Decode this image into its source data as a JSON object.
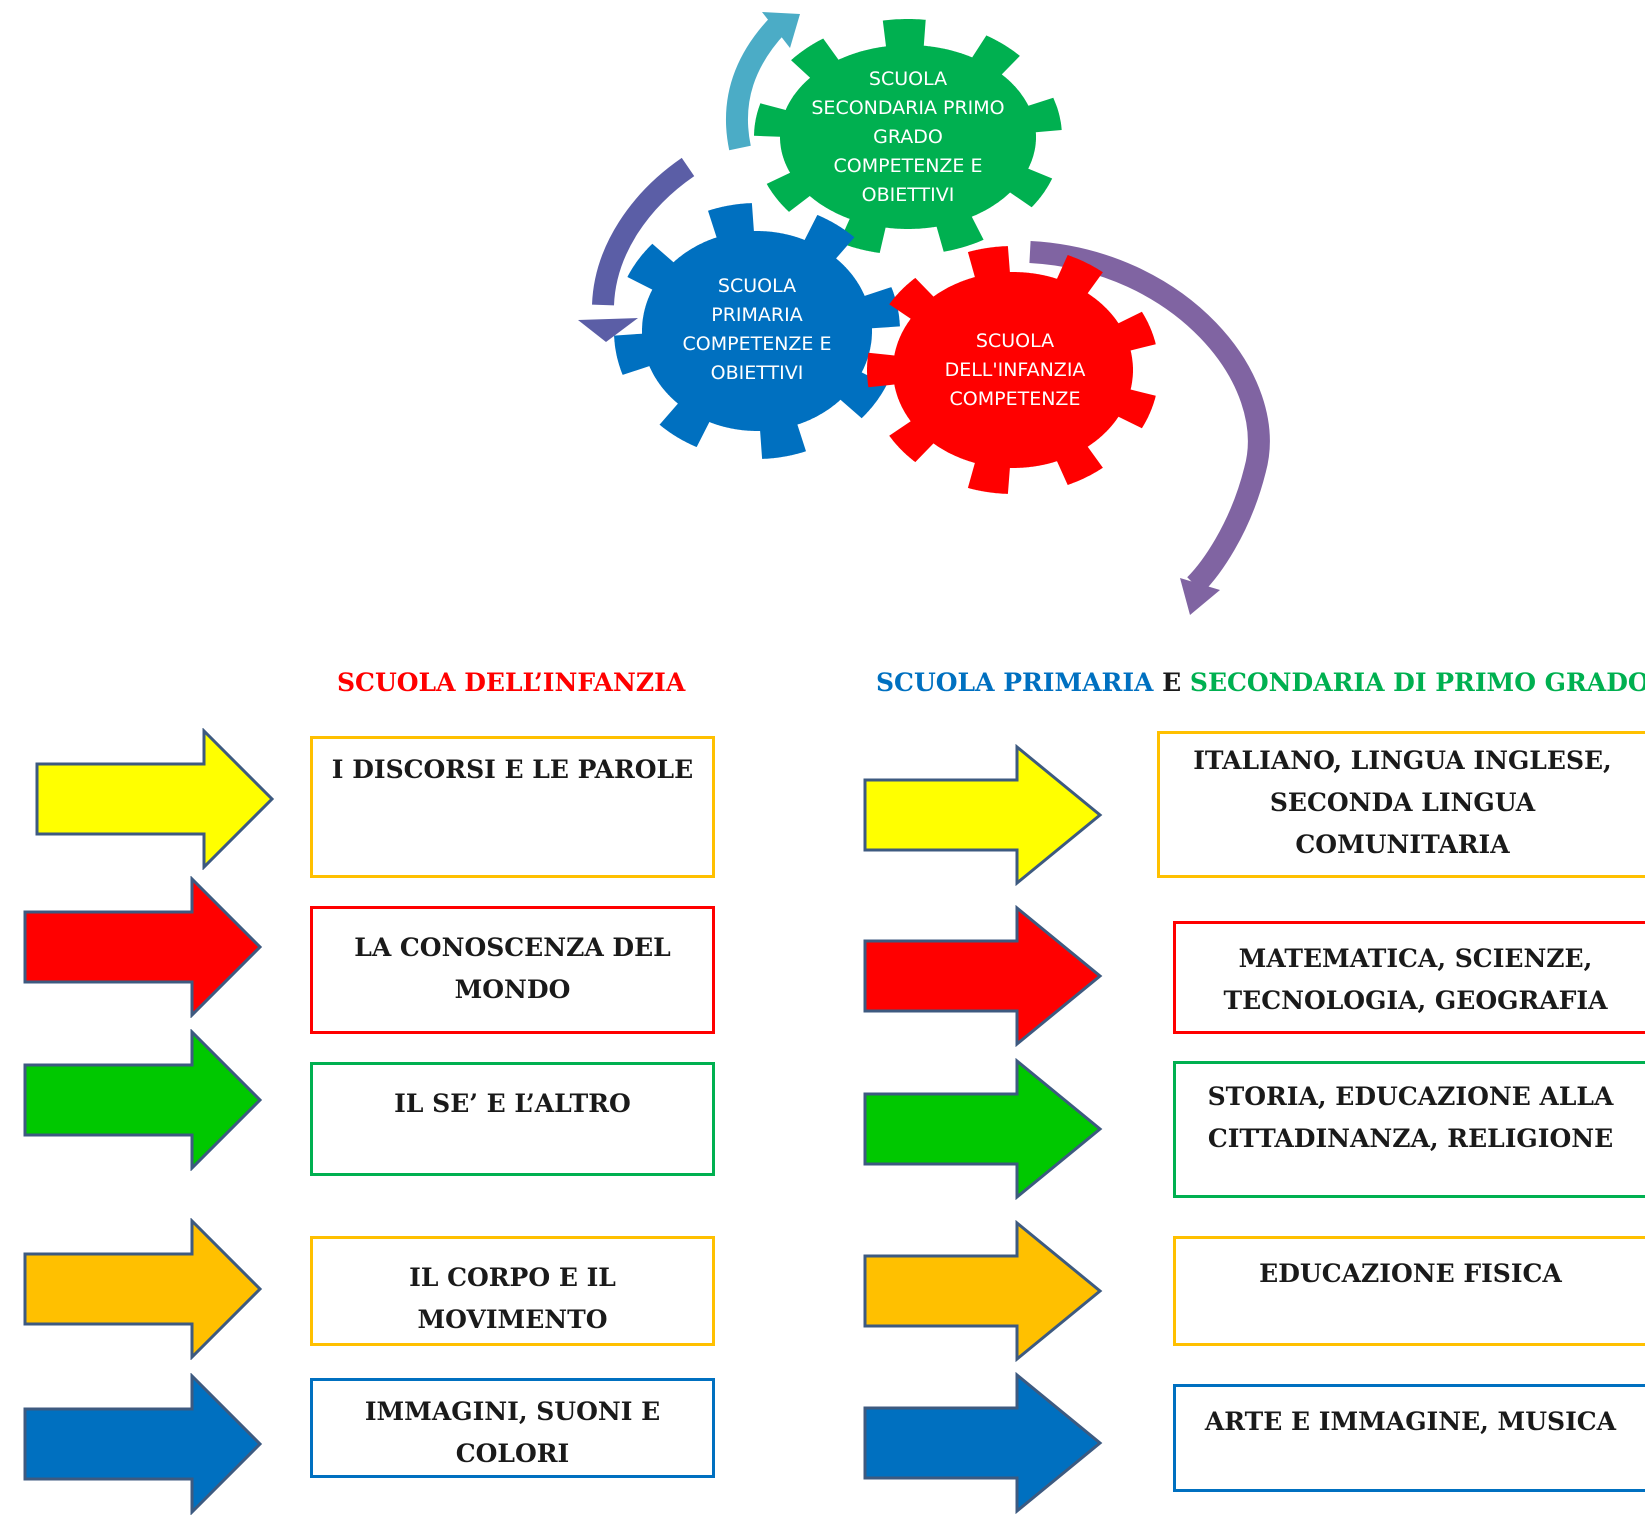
{
  "gears": [
    {
      "id": "secondaria",
      "label": "SCUOLA SECONDARIA PRIMO GRADO COMPETENZE E OBIETTIVI",
      "color": "#00b050"
    },
    {
      "id": "primaria",
      "label": "SCUOLA PRIMARIA COMPETENZE E OBIETTIVI",
      "color": "#0070c0"
    },
    {
      "id": "infanzia",
      "label": "SCUOLA DELL'INFANZIA COMPETENZE",
      "color": "#ff0000"
    }
  ],
  "headings": {
    "left": "SCUOLA DELL’INFANZIA",
    "right_part1": "SCUOLA PRIMARIA",
    "right_part2": " E ",
    "right_part3": "SECONDARIA DI PRIMO GRADO"
  },
  "colors": {
    "yellow": "#ffff00",
    "red": "#ff0000",
    "green": "#00c800",
    "orange": "#ffc000",
    "blue": "#0070c0",
    "heading_red": "#ff0000",
    "heading_blue": "#0070c0",
    "heading_green": "#00b050",
    "arrow_outline": "#3d5a80"
  },
  "left_items": [
    {
      "label": "I DISCORSI E LE PAROLE",
      "color": "yellow"
    },
    {
      "label": "LA CONOSCENZA DEL MONDO",
      "color": "red"
    },
    {
      "label": "IL SE’ E L’ALTRO",
      "color": "green"
    },
    {
      "label": "IL CORPO E IL MOVIMENTO",
      "color": "orange"
    },
    {
      "label": "IMMAGINI, SUONI E COLORI",
      "color": "blue"
    }
  ],
  "right_items": [
    {
      "label": "ITALIANO, LINGUA INGLESE, SECONDA LINGUA COMUNITARIA",
      "color": "yellow"
    },
    {
      "label": "MATEMATICA, SCIENZE, TECNOLOGIA, GEOGRAFIA",
      "color": "red"
    },
    {
      "label": "STORIA, EDUCAZIONE ALLA CITTADINANZA, RELIGIONE",
      "color": "green"
    },
    {
      "label": "EDUCAZIONE FISICA",
      "color": "orange"
    },
    {
      "label": "ARTE E IMMAGINE, MUSICA",
      "color": "blue"
    }
  ]
}
